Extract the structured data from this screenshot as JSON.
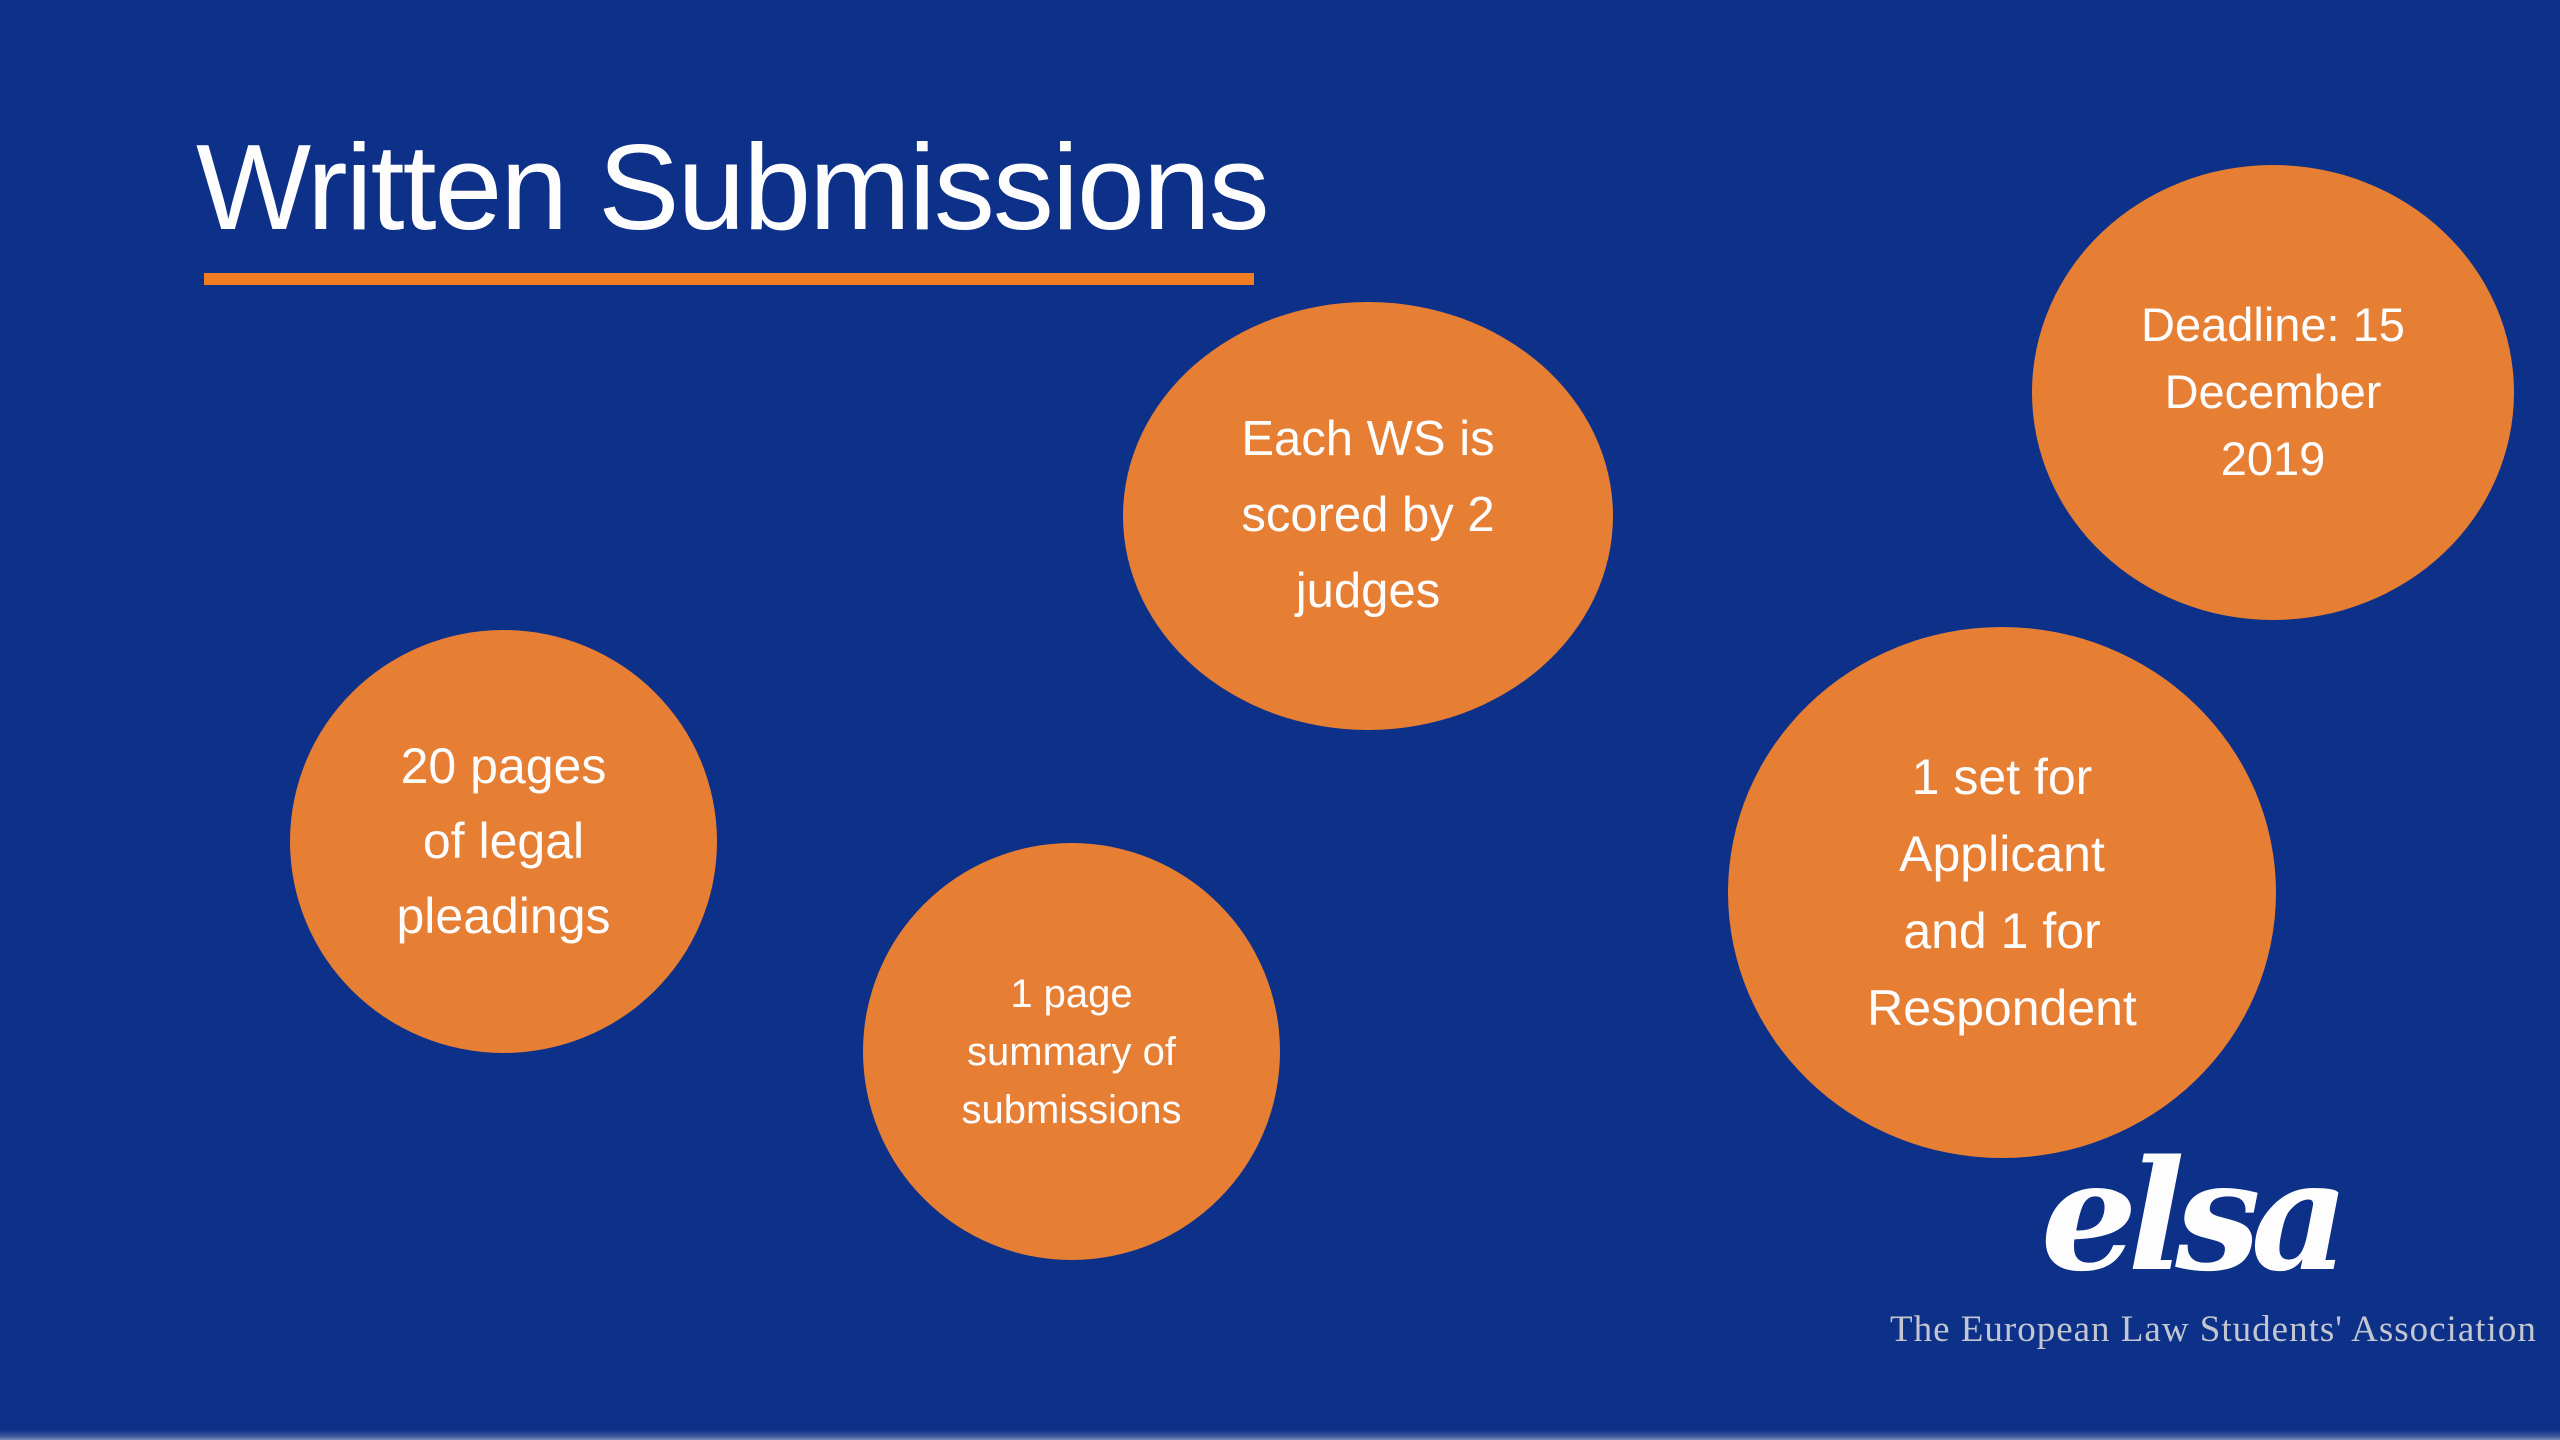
{
  "slide": {
    "title": "Written Submissions",
    "colors": {
      "background": "#0d3189",
      "bubble_orange": "#e67e34",
      "underline_orange": "#f07d21",
      "text_white": "#fdfdfd",
      "tagline_grey": "#c3c6d0"
    }
  },
  "bubbles": [
    {
      "id": "pages",
      "text": "20 pages\nof legal\npleadings"
    },
    {
      "id": "summary",
      "text": "1 page\nsummary of\nsubmissions"
    },
    {
      "id": "scoring",
      "text": "Each WS is\nscored by 2\njudges"
    },
    {
      "id": "sets",
      "text": "1 set for\nApplicant\nand 1 for\nRespondent"
    },
    {
      "id": "deadline",
      "text": "Deadline: 15\nDecember\n2019"
    }
  ],
  "logo": {
    "wordmark": "elsa",
    "tagline": "The European Law Students' Association"
  }
}
